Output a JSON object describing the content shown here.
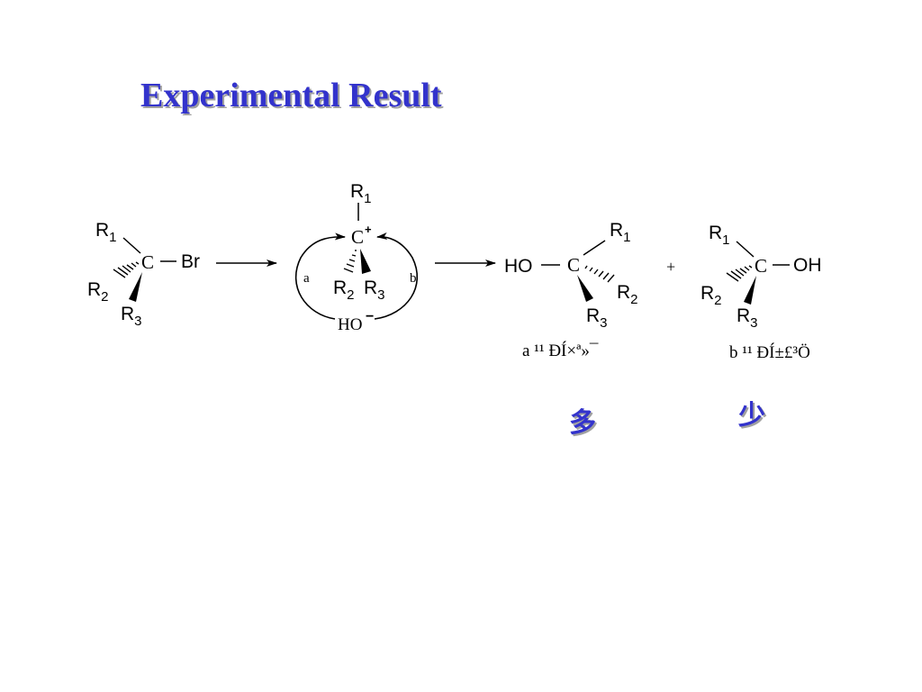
{
  "slide": {
    "title": "Experimental Result",
    "colors": {
      "title": "#3333cc",
      "ink": "#000000",
      "shadow": "#a0a0a0"
    }
  },
  "reactant": {
    "r1": "R",
    "r1_sub": "1",
    "r2": "R",
    "r2_sub": "2",
    "r3": "R",
    "r3_sub": "3",
    "center": "C",
    "leaving_group": "Br"
  },
  "intermediate": {
    "r1": "R",
    "r1_sub": "1",
    "r2": "R",
    "r2_sub": "2",
    "r3": "R",
    "r3_sub": "3",
    "center": "C",
    "charge": "+",
    "path_a": "a",
    "path_b": "b",
    "nucleophile": "HO",
    "nucleophile_charge": "−"
  },
  "product_a": {
    "r1": "R",
    "r1_sub": "1",
    "r2": "R",
    "r2_sub": "2",
    "r3": "R",
    "r3_sub": "3",
    "center": "C",
    "oh": "HO",
    "caption": "a ¹¹ ÐÍ×ª»¯",
    "amount": "多"
  },
  "plus": "+",
  "product_b": {
    "r1": "R",
    "r1_sub": "1",
    "r2": "R",
    "r2_sub": "2",
    "r3": "R",
    "r3_sub": "3",
    "center": "C",
    "oh": "OH",
    "caption": "b ¹¹ ÐÍ±£³Ö",
    "amount": "少"
  }
}
